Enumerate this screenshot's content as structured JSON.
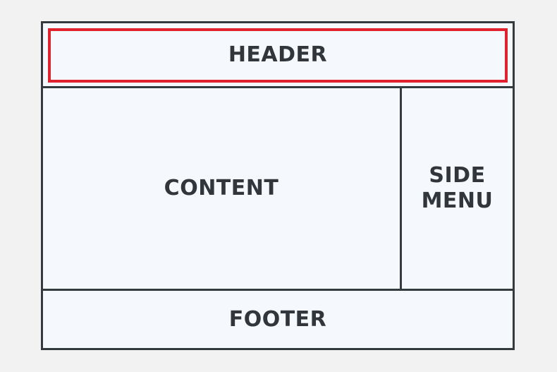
{
  "diagram": {
    "header": {
      "label": "HEADER",
      "highlight_color": "#e0222f"
    },
    "content": {
      "label": "CONTENT"
    },
    "side_menu": {
      "label_line1": "SIDE",
      "label_line2": "MENU"
    },
    "footer": {
      "label": "FOOTER"
    },
    "colors": {
      "background": "#f2f2f2",
      "panel": "#f5f8fc",
      "border": "#333a40",
      "text": "#30363c"
    }
  }
}
